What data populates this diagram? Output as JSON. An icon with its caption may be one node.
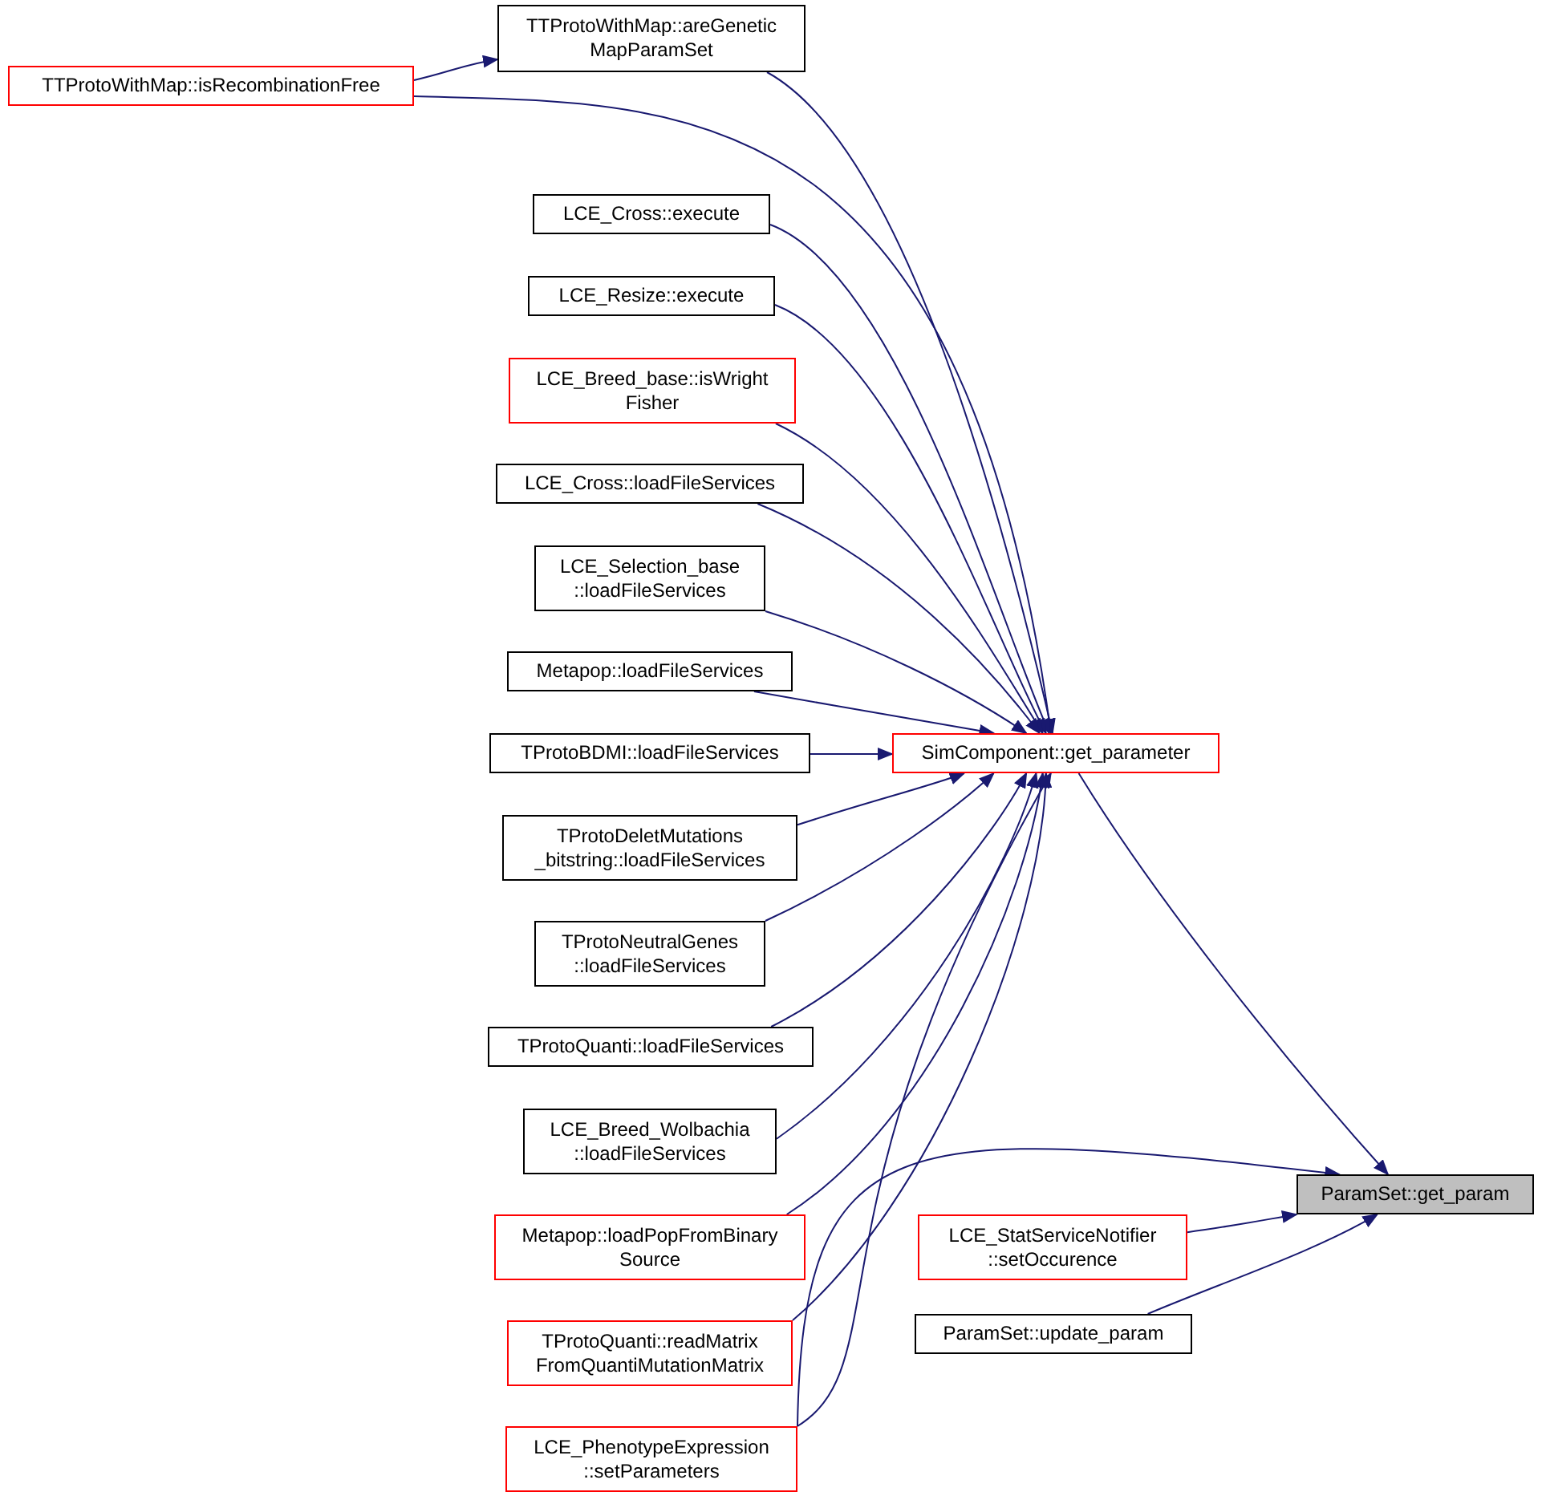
{
  "diagram": {
    "nodes": [
      {
        "text": [
          "TTProtoWithMap::areGenetic MapParamSet"
        ]
      },
      {
        "text": [
          "TTProtoWithMap::isRecombinationFree"
        ]
      },
      {
        "text": [
          "LCE_Cross::execute"
        ]
      },
      {
        "text": [
          "LCE_Resize::execute"
        ]
      },
      {
        "text": [
          "LCE_Breed_base::isWright Fisher"
        ]
      },
      {
        "text": [
          "LCE_Cross::loadFileServices"
        ]
      },
      {
        "text": [
          "LCE_Selection_base ::loadFileServices"
        ]
      },
      {
        "text": [
          "Metapop::loadFileServices"
        ]
      },
      {
        "text": [
          "TProtoBDMI::loadFileServices"
        ]
      },
      {
        "text": [
          "TProtoDeletMutations _bitstring::loadFileServices"
        ]
      },
      {
        "text": [
          "TProtoNeutralGenes ::loadFileServices"
        ]
      },
      {
        "text": [
          "TProtoQuanti::loadFileServices"
        ]
      },
      {
        "text": [
          "LCE_Breed_Wolbachia ::loadFileServices"
        ]
      },
      {
        "text": [
          "Metapop::loadPopFromBinary Source"
        ]
      },
      {
        "text": [
          "TProtoQuanti::readMatrix FromQuantiMutationMatrix"
        ]
      },
      {
        "text": [
          "LCE_PhenotypeExpression ::setParameters"
        ]
      },
      {
        "text": [
          "SimComponent::get_parameter"
        ]
      },
      {
        "text": [
          "LCE_StatServiceNotifier ::setOccurence"
        ]
      },
      {
        "text": [
          "ParamSet::update_param"
        ]
      },
      {
        "text": [
          "ParamSet::get_param"
        ]
      }
    ],
    "edges": [
      {
        "from": 1,
        "to": 0,
        "arrow": "to"
      },
      {
        "from": 1,
        "to": 16,
        "arrow": "to"
      },
      {
        "from": 0,
        "to": 16,
        "arrow": "to"
      },
      {
        "from": 2,
        "to": 16,
        "arrow": "to"
      },
      {
        "from": 3,
        "to": 16,
        "arrow": "to"
      },
      {
        "from": 4,
        "to": 16,
        "arrow": "to"
      },
      {
        "from": 5,
        "to": 16,
        "arrow": "to"
      },
      {
        "from": 6,
        "to": 16,
        "arrow": "to"
      },
      {
        "from": 7,
        "to": 16,
        "arrow": "to"
      },
      {
        "from": 8,
        "to": 16,
        "arrow": "to"
      },
      {
        "from": 9,
        "to": 16,
        "arrow": "to"
      },
      {
        "from": 10,
        "to": 16,
        "arrow": "to"
      },
      {
        "from": 11,
        "to": 16,
        "arrow": "to"
      },
      {
        "from": 12,
        "to": 16,
        "arrow": "to"
      },
      {
        "from": 13,
        "to": 16,
        "arrow": "to"
      },
      {
        "from": 14,
        "to": 16,
        "arrow": "to"
      },
      {
        "from": 15,
        "to": 16,
        "arrow": "to"
      },
      {
        "from": 16,
        "to": 19,
        "arrow": "to"
      },
      {
        "from": 15,
        "to": 19,
        "arrow": "to"
      },
      {
        "from": 17,
        "to": 19,
        "arrow": "to"
      },
      {
        "from": 18,
        "to": 19,
        "arrow": "to"
      }
    ]
  }
}
